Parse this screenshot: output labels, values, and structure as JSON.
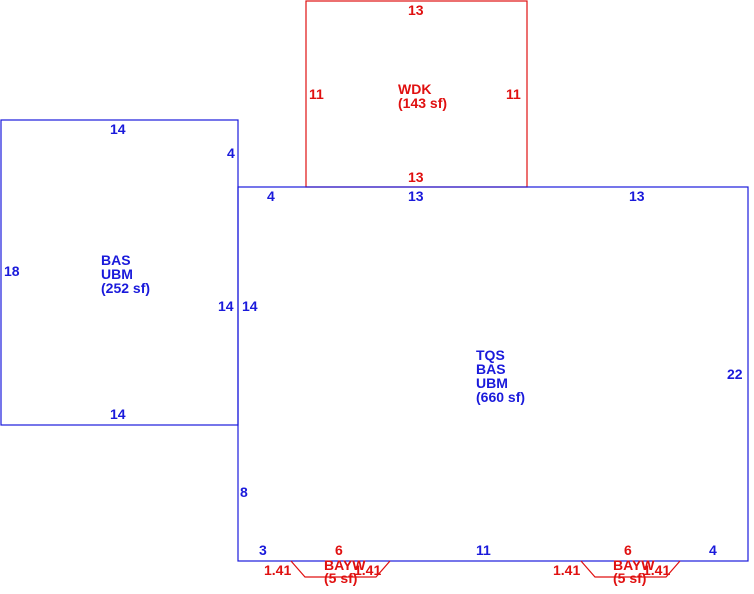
{
  "colors": {
    "main": "#1a1adb",
    "secondary": "#e01010"
  },
  "wdk": {
    "code": "WDK",
    "area": "(143 sf)",
    "dims": {
      "top": "13",
      "bottom": "13",
      "left": "11",
      "right": "11"
    }
  },
  "left_area": {
    "code1": "BAS",
    "code2": "UBM",
    "area": "(252 sf)",
    "dims": {
      "top": "14",
      "bottom": "14",
      "left": "18",
      "right": "14",
      "right_top": "4"
    }
  },
  "main_area": {
    "code1": "TQS",
    "code2": "BAS",
    "code3": "UBM",
    "area": "(660 sf)",
    "dims": {
      "top_left": "4",
      "top_mid": "13",
      "top_right": "13",
      "right": "22",
      "left_upper": "14",
      "left_lower": "8",
      "bottom_a": "3",
      "bottom_b": "6",
      "bottom_c": "11",
      "bottom_d": "6",
      "bottom_e": "4"
    }
  },
  "bay_left": {
    "code": "BAYW",
    "area": "(5 sf)",
    "side_left": "1.41",
    "side_right": "1.41"
  },
  "bay_right": {
    "code": "BAYW",
    "area": "(5 sf)",
    "side_left": "1.41",
    "side_right": "1.41"
  }
}
